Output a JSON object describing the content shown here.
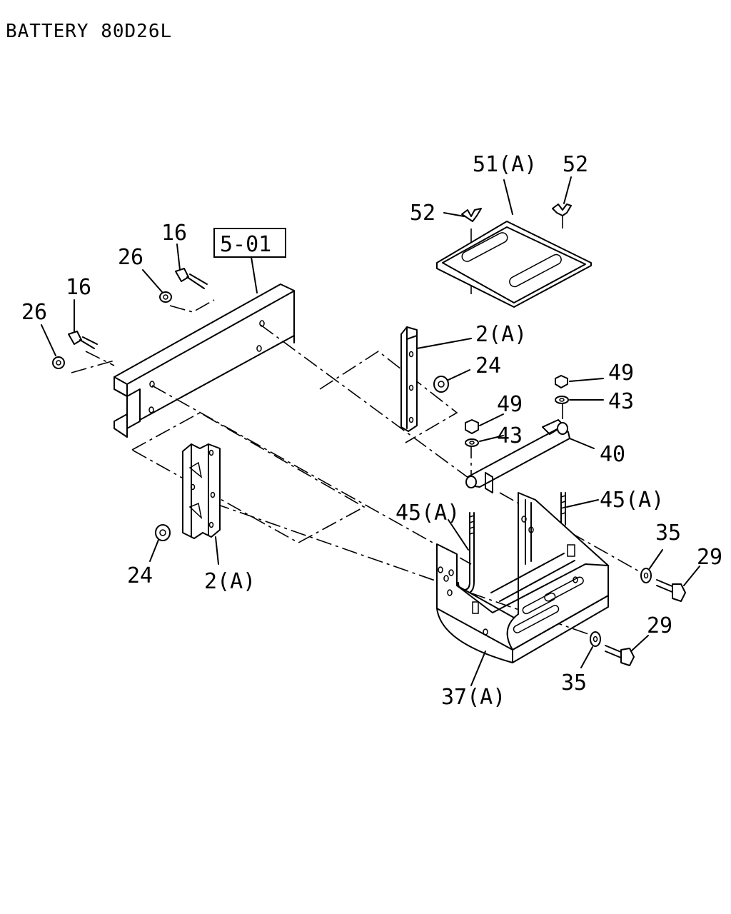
{
  "title": "BATTERY 80D26L",
  "ref_box": "5-01",
  "callouts": {
    "c51a": "51(A)",
    "c52_right": "52",
    "c52_left": "52",
    "c16_upper": "16",
    "c26_upper": "26",
    "c16_lower": "16",
    "c26_lower": "26",
    "c2a_upper": "2(A)",
    "c24_upper": "24",
    "c49_right": "49",
    "c43_right": "43",
    "c49_left": "49",
    "c43_left": "43",
    "c40": "40",
    "c45a_right": "45(A)",
    "c45a_left": "45(A)",
    "c35_upper": "35",
    "c29_upper": "29",
    "c29_lower": "29",
    "c35_lower": "35",
    "c37a": "37(A)",
    "c24_lower": "24",
    "c2a_lower": "2(A)"
  }
}
